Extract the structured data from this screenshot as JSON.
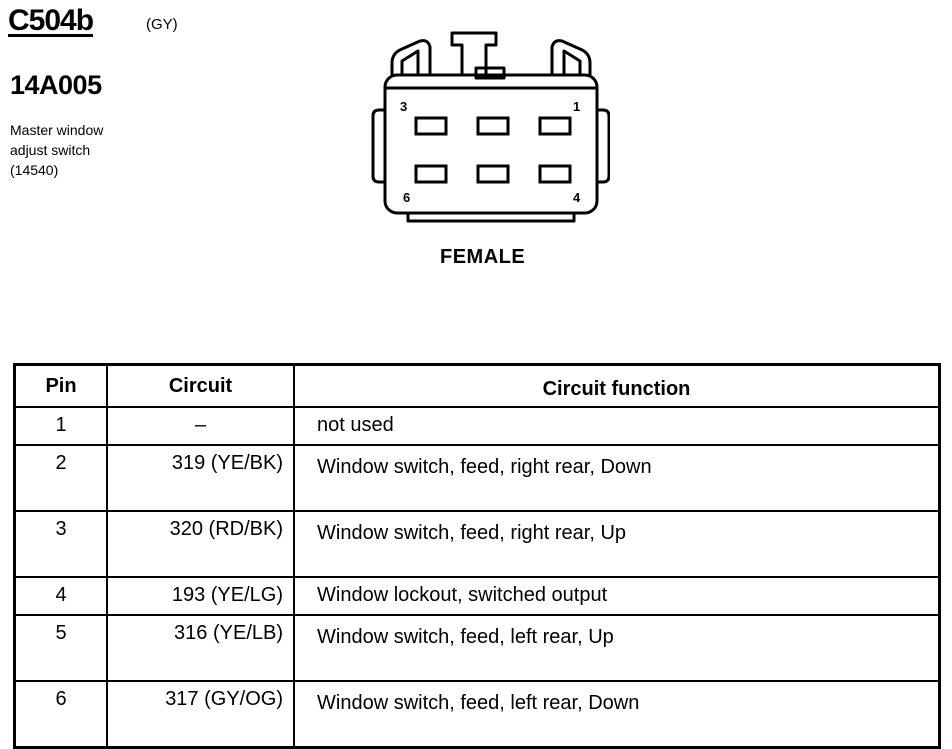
{
  "connector": {
    "id": "C504b",
    "color_code": "(GY)",
    "part_number": "14A005",
    "component_lines": [
      "Master window",
      "adjust switch",
      "(14540)"
    ],
    "gender": "FEMALE",
    "pin_labels": {
      "top_left": "3",
      "top_right": "1",
      "bottom_left": "6",
      "bottom_right": "4"
    }
  },
  "table": {
    "headers": {
      "pin": "Pin",
      "circuit": "Circuit",
      "function": "Circuit function"
    },
    "rows": [
      {
        "pin": "1",
        "circuit": "–",
        "function": "not used"
      },
      {
        "pin": "2",
        "circuit": "319 (YE/BK)",
        "function": "Window switch, feed, right rear, Down"
      },
      {
        "pin": "3",
        "circuit": "320 (RD/BK)",
        "function": "Window switch, feed, right rear, Up"
      },
      {
        "pin": "4",
        "circuit": "193 (YE/LG)",
        "function": "Window lockout, switched output"
      },
      {
        "pin": "5",
        "circuit": "316 (YE/LB)",
        "function": "Window switch, feed, left rear, Up"
      },
      {
        "pin": "6",
        "circuit": "317 (GY/OG)",
        "function": "Window switch, feed, left rear, Down"
      }
    ]
  }
}
